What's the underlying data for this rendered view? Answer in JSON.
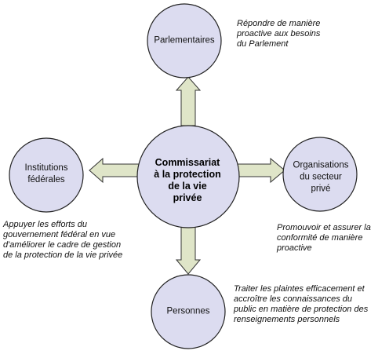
{
  "colors": {
    "circle_fill": "#dcdcf0",
    "circle_stroke": "#222222",
    "arrow_fill": "#dfe5c8",
    "arrow_stroke": "#333333"
  },
  "center": {
    "label": "Commissariat\nà la protection\nde la vie\nprivée"
  },
  "nodes": {
    "top": {
      "label": "Parlementaires"
    },
    "left": {
      "label": "Institutions\nfédérales"
    },
    "right": {
      "label": "Organisations\ndu secteur\nprivé"
    },
    "bottom": {
      "label": "Personnes"
    }
  },
  "notes": {
    "top": "Répondre de manière\nproactive aux besoins\ndu Parlement",
    "left": "Appuyer les efforts du\ngouvernement fédéral en vue\nd'améliorer le cadre de gestion\nde la protection de la vie privée",
    "right": "Promouvoir et assurer la\nconformité de manière\nproactive",
    "bottom": "Traiter les plaintes efficacement et\naccroître les connaissances du\npublic en matière de protection des\nrenseignements personnels"
  }
}
